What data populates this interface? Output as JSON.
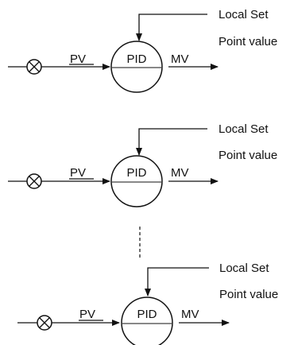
{
  "blocks": [
    {
      "pid_label": "PID",
      "pv_label": "PV",
      "mv_label": "MV",
      "setpoint_line1": "Local Set",
      "setpoint_line2": "Point value"
    },
    {
      "pid_label": "PID",
      "pv_label": "PV",
      "mv_label": "MV",
      "setpoint_line1": "Local Set",
      "setpoint_line2": "Point value"
    },
    {
      "pid_label": "PID",
      "pv_label": "PV",
      "mv_label": "MV",
      "setpoint_line1": "Local Set",
      "setpoint_line2": "Point value"
    }
  ]
}
